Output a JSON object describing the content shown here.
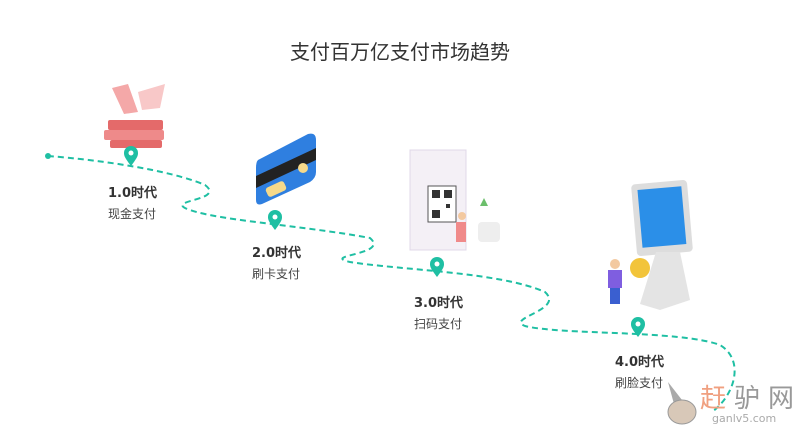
{
  "title": "支付百万亿支付市场趋势",
  "accent": "#1fbfa3",
  "stages": [
    {
      "era": "1.0时代",
      "desc": "现金支付",
      "icon": "cash-stack-icon"
    },
    {
      "era": "2.0时代",
      "desc": "刷卡支付",
      "icon": "bank-card-icon"
    },
    {
      "era": "3.0时代",
      "desc": "扫码支付",
      "icon": "qr-code-icon"
    },
    {
      "era": "4.0时代",
      "desc": "刷脸支付",
      "icon": "face-pay-kiosk-icon"
    }
  ],
  "watermark": {
    "cn1": "赶",
    "cn2": "驴网",
    "en": "ganlv5.com"
  }
}
